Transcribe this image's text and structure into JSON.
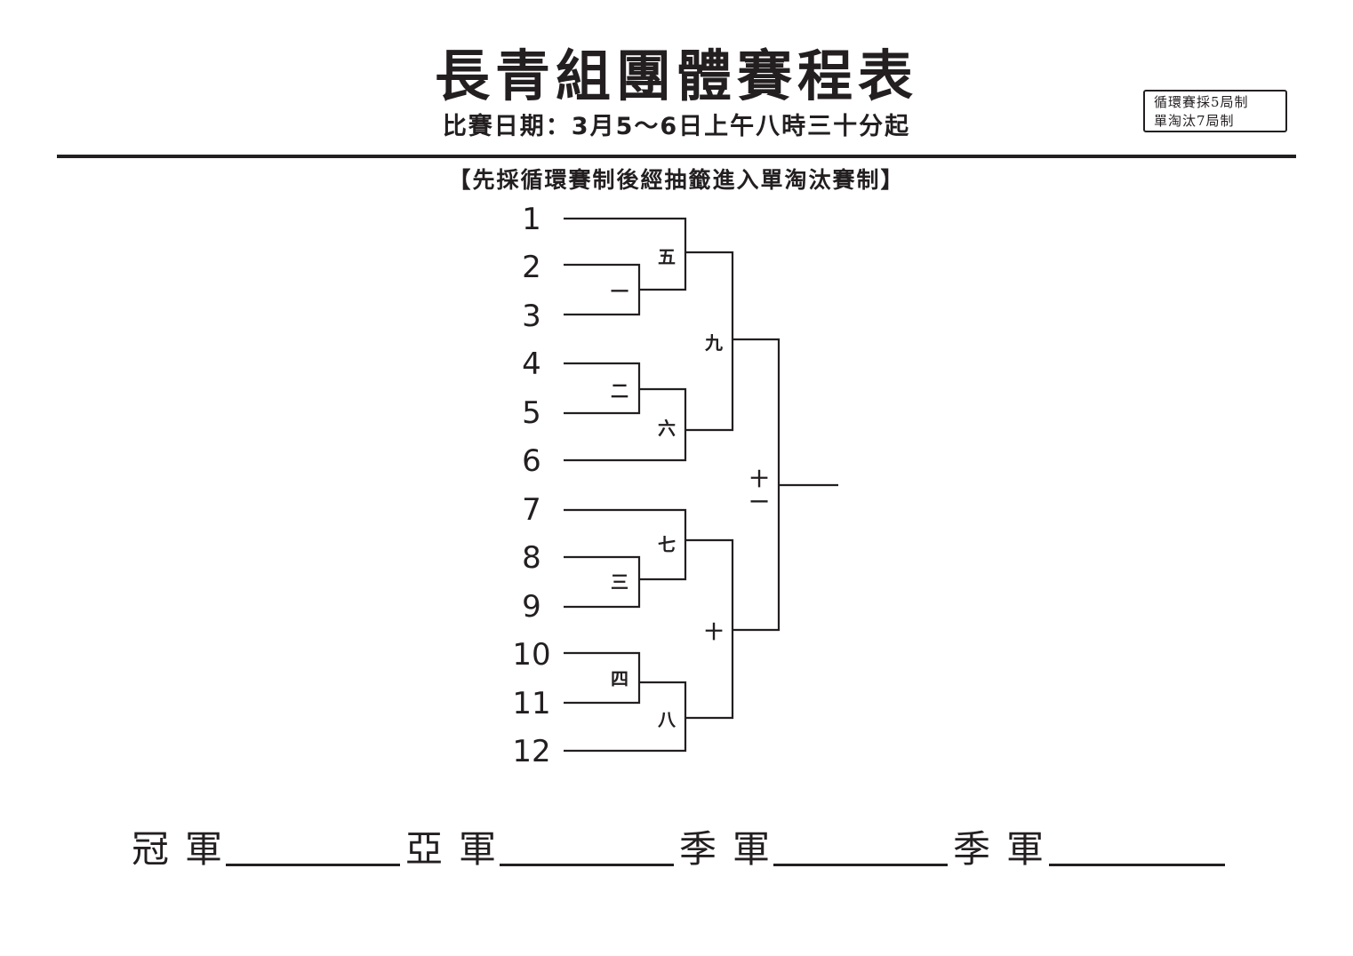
{
  "header": {
    "title": "長青組團體賽程表",
    "subtitle": "比賽日期：3月5～6日上午八時三十分起",
    "format_lines": [
      "循環賽採5局制",
      "單淘汰7局制"
    ]
  },
  "system_note": "【先採循環賽制後經抽籤進入單淘汰賽制】",
  "bracket": {
    "seeds": [
      "1",
      "2",
      "3",
      "4",
      "5",
      "6",
      "7",
      "8",
      "9",
      "10",
      "11",
      "12"
    ],
    "matches": {
      "m1": "一",
      "m2": "二",
      "m3": "三",
      "m4": "四",
      "m5": "五",
      "m6": "六",
      "m7": "七",
      "m8": "八",
      "m9": "九",
      "m10": "十",
      "m11a": "十",
      "m11b": "一"
    }
  },
  "winners": [
    {
      "label": "冠軍"
    },
    {
      "label": "亞軍"
    },
    {
      "label": "季軍"
    },
    {
      "label": "季軍"
    }
  ],
  "colors": {
    "ink": "#231f20",
    "background": "#ffffff"
  }
}
